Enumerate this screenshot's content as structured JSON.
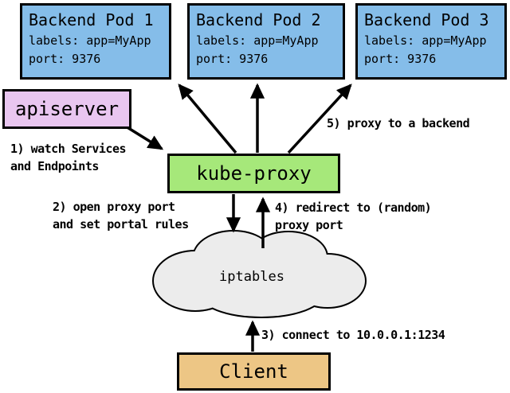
{
  "pods": [
    {
      "title": "Backend Pod 1",
      "labels": "labels: app=MyApp",
      "port": "port: 9376"
    },
    {
      "title": "Backend Pod 2",
      "labels": "labels: app=MyApp",
      "port": "port: 9376"
    },
    {
      "title": "Backend Pod 3",
      "labels": "labels: app=MyApp",
      "port": "port: 9376"
    }
  ],
  "apiserver": {
    "label": "apiserver"
  },
  "kube_proxy": {
    "label": "kube-proxy"
  },
  "iptables": {
    "label": "iptables"
  },
  "client": {
    "label": "Client"
  },
  "steps": {
    "step1_line1": "1) watch Services",
    "step1_line2": "and Endpoints",
    "step2_line1": "2) open proxy port",
    "step2_line2": "and set portal rules",
    "step3": "3) connect to 10.0.0.1:1234",
    "step4_line1": "4) redirect to (random)",
    "step4_line2": "proxy port",
    "step5": "5) proxy to a backend"
  },
  "colors": {
    "pod_fill": "#85BDE9",
    "apiserver_fill": "#E9C6F0",
    "kube_proxy_fill": "#A6E87A",
    "client_fill": "#EDC685",
    "cloud_fill": "#ECECEC",
    "border": "#000000"
  }
}
